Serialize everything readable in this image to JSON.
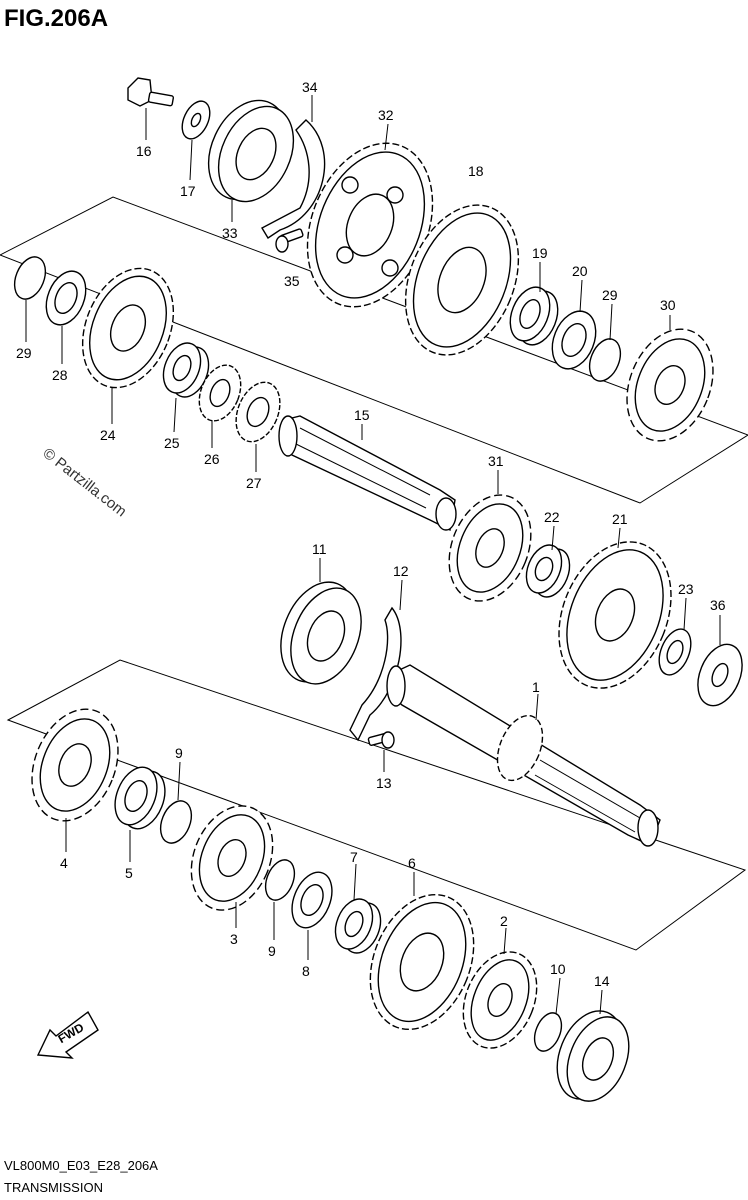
{
  "figure": {
    "title": "FIG.206A",
    "watermark": "© Partzilla.com",
    "model_code": "VL800M0_E03_E28_206A",
    "caption": "TRANSMISSION",
    "fwd_label": "FWD"
  },
  "callouts": [
    "1",
    "2",
    "3",
    "4",
    "5",
    "6",
    "7",
    "8",
    "9",
    "9",
    "10",
    "11",
    "12",
    "13",
    "14",
    "15",
    "16",
    "17",
    "18",
    "19",
    "20",
    "21",
    "22",
    "23",
    "24",
    "25",
    "26",
    "27",
    "28",
    "29",
    "29",
    "30",
    "31",
    "32",
    "33",
    "34",
    "35",
    "36"
  ]
}
